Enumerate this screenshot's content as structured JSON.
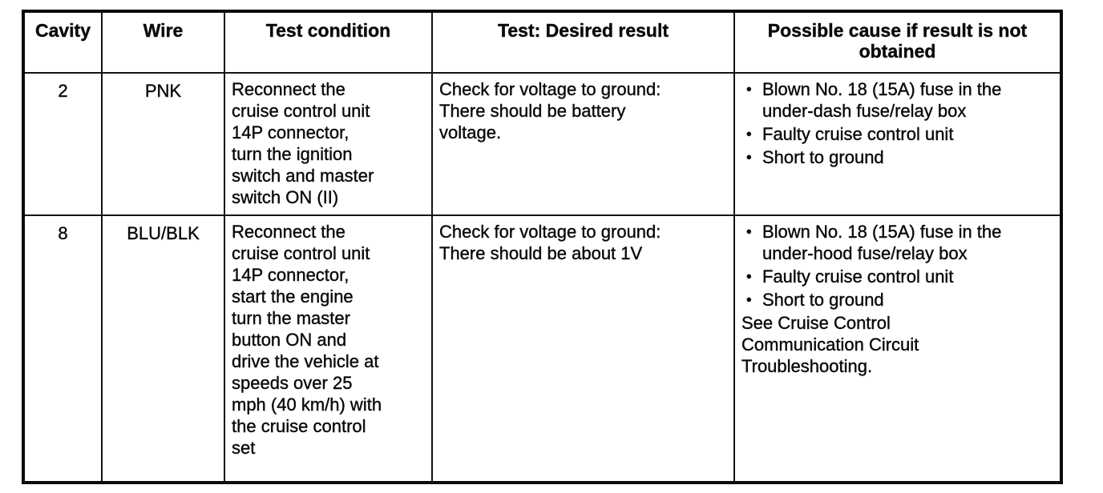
{
  "colors": {
    "ink": "#0b0b0b",
    "paper": "#ffffff",
    "border": "#141414"
  },
  "table": {
    "headers": [
      "Cavity",
      "Wire",
      "Test condition",
      "Test: Desired result",
      "Possible cause if result is not\nobtained"
    ],
    "rows": [
      {
        "cavity": "2",
        "wire": "PNK",
        "test_condition": "Reconnect the\ncruise control unit\n14P connector,\nturn the ignition\nswitch and master\nswitch ON (II)",
        "desired_result": "Check for voltage to ground:\nThere should be battery\nvoltage.",
        "causes": [
          "Blown No. 18 (15A) fuse in the\nunder-dash fuse/relay box",
          "Faulty cruise control unit",
          "Short to ground"
        ],
        "note": ""
      },
      {
        "cavity": "8",
        "wire": "BLU/BLK",
        "test_condition": "Reconnect the\ncruise control unit\n14P connector,\nstart the engine\nturn the master\nbutton ON and\ndrive the vehicle at\nspeeds over 25\nmph (40 km/h) with\nthe cruise control\nset",
        "desired_result": "Check for voltage to ground:\nThere should be about 1V",
        "causes": [
          "Blown No. 18 (15A) fuse in the\nunder-hood fuse/relay box",
          "Faulty cruise control unit",
          "Short to ground"
        ],
        "note": "See Cruise Control\nCommunication Circuit\nTroubleshooting."
      }
    ]
  },
  "bullet_glyph": "•"
}
